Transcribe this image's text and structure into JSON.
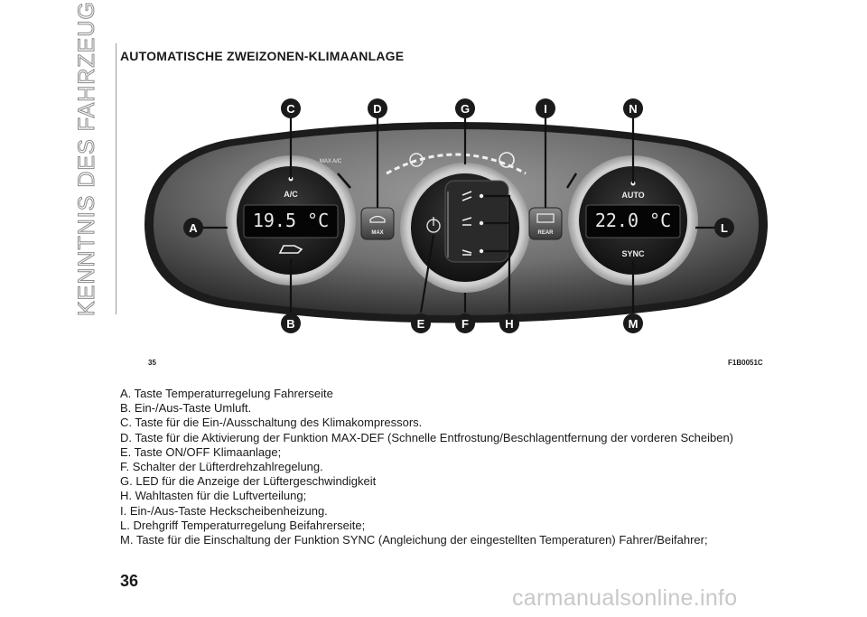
{
  "side_title": "KENNTNIS DES FAHRZEUGES",
  "heading": "AUTOMATISCHE ZWEIZONEN-KLIMAANLAGE",
  "figure": {
    "number": "35",
    "code": "F1B0051C",
    "callouts": [
      "C",
      "D",
      "G",
      "I",
      "N",
      "A",
      "L",
      "B",
      "E",
      "F",
      "H",
      "M"
    ],
    "panel": {
      "left_button_top": "A/C",
      "left_display": "19.5 °C",
      "max_ac_label": "MAX A/C",
      "max_button": "MAX",
      "rear_button": "REAR",
      "right_button_top": "AUTO",
      "right_display": "22.0 °C",
      "right_button_bottom": "SYNC"
    }
  },
  "legend": [
    "A. Taste Temperaturregelung Fahrerseite",
    "B. Ein-/Aus-Taste Umluft.",
    "C. Taste für die Ein-/Ausschaltung des Klimakompressors.",
    "D. Taste für die Aktivierung der Funktion MAX-DEF (Schnelle Entfrostung/Beschlagentfernung der vorderen Scheiben)",
    "E. Taste ON/OFF Klimaanlage;",
    "F. Schalter der Lüfterdrehzahlregelung.",
    "G. LED für die Anzeige der Lüftergeschwindigkeit",
    "H. Wahltasten für die Luftverteilung;",
    "I. Ein-/Aus-Taste Heckscheibenheizung.",
    "L. Drehgriff Temperaturregelung Beifahrerseite;",
    "M. Taste für die Einschaltung der Funktion SYNC (Angleichung der eingestellten Temperaturen) Fahrer/Beifahrer;"
  ],
  "page_number": "36",
  "watermark": "carmanualsonline.info"
}
